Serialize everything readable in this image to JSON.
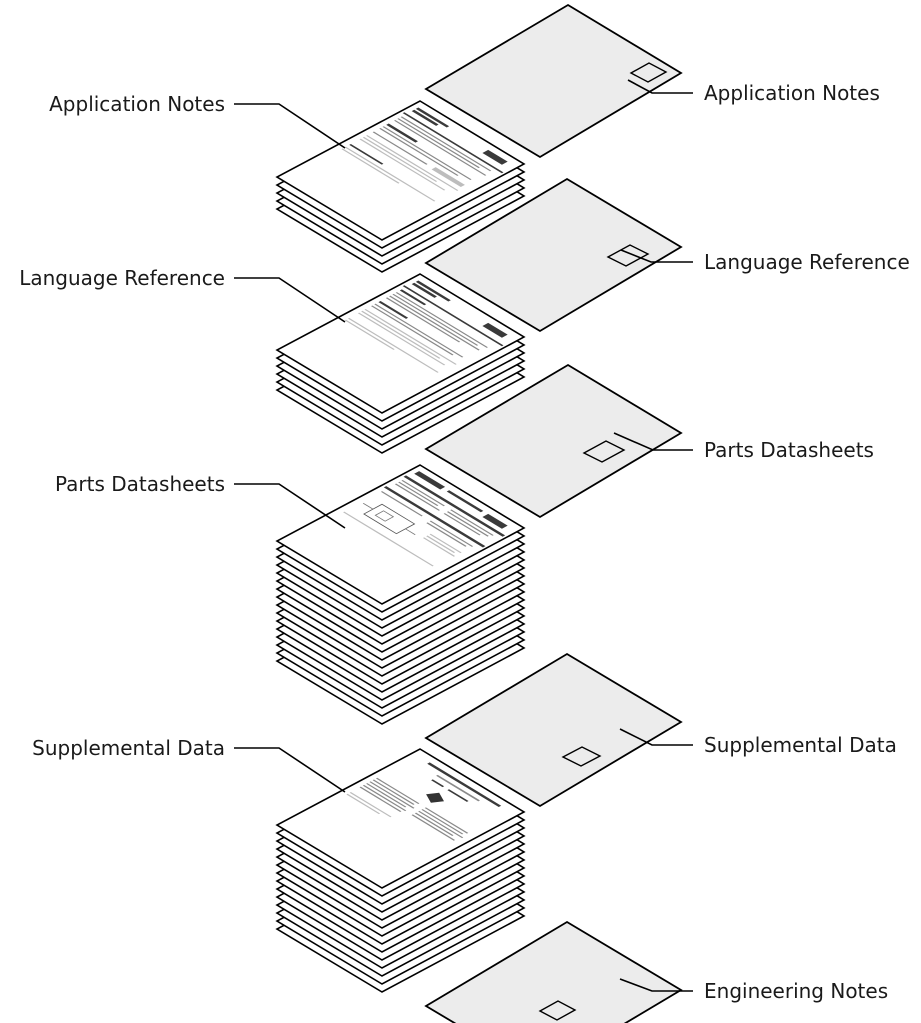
{
  "labels": {
    "left": {
      "application_notes": "Application Notes",
      "language_reference": "Language Reference",
      "parts_datasheets": "Parts Datasheets",
      "supplemental_data": "Supplemental Data"
    },
    "right": {
      "application_notes": "Application Notes",
      "language_reference": "Language Reference",
      "parts_datasheets": "Parts Datasheets",
      "supplemental_data": "Supplemental Data",
      "engineering_notes": "Engineering Notes"
    }
  }
}
